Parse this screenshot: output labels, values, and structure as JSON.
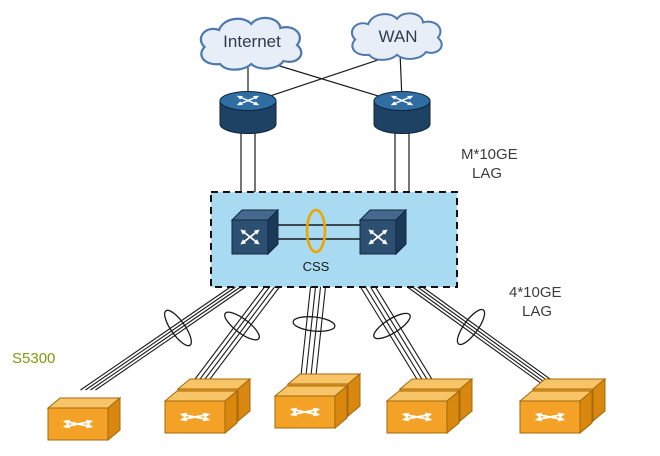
{
  "diagram": {
    "clouds": [
      {
        "label": "Internet"
      },
      {
        "label": "WAN"
      }
    ],
    "css_cluster": {
      "label": "CSS"
    },
    "annotations": {
      "uplink_lag": {
        "line1": "M*10GE",
        "line2": "LAG"
      },
      "downlink_lag": {
        "line1": "4*10GE",
        "line2": "LAG"
      },
      "access_model": "S5300"
    },
    "devices": {
      "routers": 2,
      "core_switches": 2,
      "access_switch_groups": 5
    },
    "colors": {
      "cloud_fill": "#e7eef8",
      "cloud_stroke": "#4d79ae",
      "router_blue": "#1d4265",
      "core_switch_blue": "#2c4f72",
      "css_box_fill": "#a8dbf2",
      "lag_ring_orange": "#f0a500",
      "access_switch_orange": "#f4a227",
      "model_label_green": "#7f9a0d"
    }
  }
}
